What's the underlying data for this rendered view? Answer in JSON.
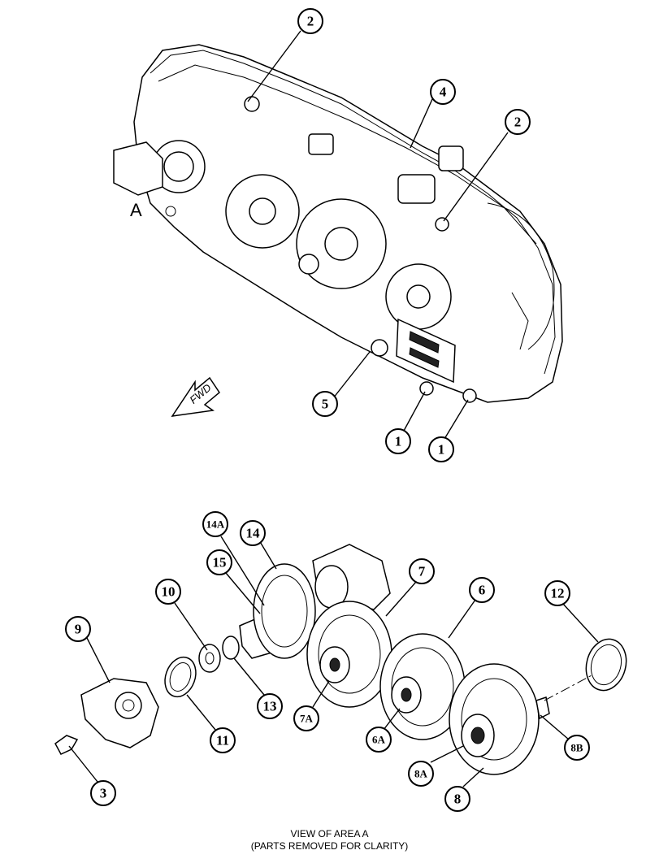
{
  "view_label": "A",
  "fwd_label": "FWD",
  "caption": {
    "line1": "VIEW OF AREA A",
    "line2": "(PARTS REMOVED FOR CLARITY)"
  },
  "callouts": [
    {
      "id": "c2a",
      "text": "2"
    },
    {
      "id": "c4",
      "text": "4"
    },
    {
      "id": "c2b",
      "text": "2"
    },
    {
      "id": "c5",
      "text": "5"
    },
    {
      "id": "c1a",
      "text": "1"
    },
    {
      "id": "c1b",
      "text": "1"
    },
    {
      "id": "c14a",
      "text": "14A"
    },
    {
      "id": "c14",
      "text": "14"
    },
    {
      "id": "c15",
      "text": "15"
    },
    {
      "id": "c10",
      "text": "10"
    },
    {
      "id": "c9",
      "text": "9"
    },
    {
      "id": "c7",
      "text": "7"
    },
    {
      "id": "c6",
      "text": "6"
    },
    {
      "id": "c12",
      "text": "12"
    },
    {
      "id": "c11",
      "text": "11"
    },
    {
      "id": "c13",
      "text": "13"
    },
    {
      "id": "c7A",
      "text": "7A"
    },
    {
      "id": "c6A",
      "text": "6A"
    },
    {
      "id": "c8B",
      "text": "8B"
    },
    {
      "id": "c8A",
      "text": "8A"
    },
    {
      "id": "c8",
      "text": "8"
    },
    {
      "id": "c3",
      "text": "3"
    }
  ]
}
